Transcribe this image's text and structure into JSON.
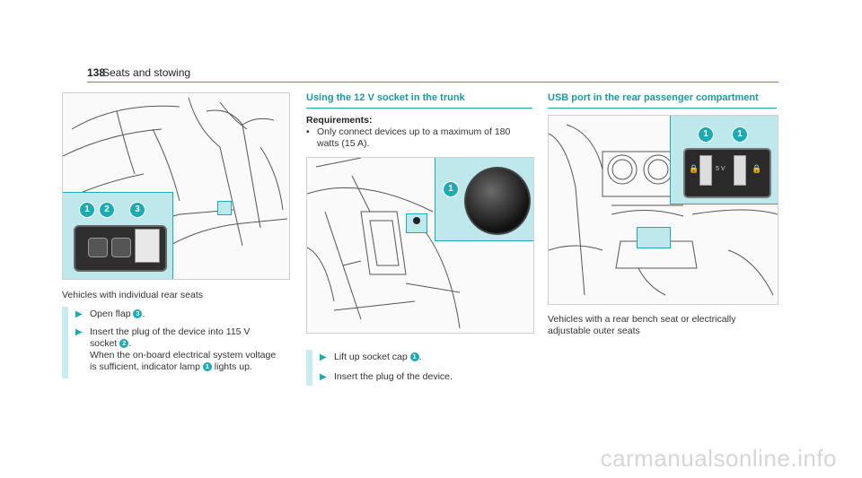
{
  "header": {
    "page_number": "138",
    "title": "Seats and stowing"
  },
  "left": {
    "caption": "Vehicles with individual rear seats",
    "figure_badges": [
      "1",
      "2",
      "3"
    ],
    "steps": [
      {
        "pre": "Open flap",
        "badge": "3",
        "post": "."
      },
      {
        "pre": "Insert the plug of the device into 115 V socket",
        "badge": "2",
        "post": "."
      },
      {
        "pre": "When the on-board electrical system voltage is sufficient, indicator lamp",
        "badge": "1",
        "post": "lights up."
      }
    ]
  },
  "middle": {
    "section_title": "Using the 12 V socket in the trunk",
    "requirements_title": "Requirements:",
    "requirement": "Only connect devices up to a maximum of 180 watts (15 A).",
    "figure_badges": [
      "1"
    ],
    "steps": [
      {
        "pre": "Lift up socket cap",
        "badge": "1",
        "post": "."
      },
      {
        "pre": "Insert the plug of the device.",
        "badge": "",
        "post": ""
      }
    ]
  },
  "right": {
    "section_title": "USB port in the rear passenger compartment",
    "figure_badges": [
      "1",
      "1"
    ],
    "usb_label": "5 V",
    "caption": "Vehicles with a rear bench seat or electrically adjustable outer seats"
  },
  "watermark": "carmanualsonline.info",
  "colors": {
    "accent": "#1fa9b1",
    "inset": "#bfe8ec"
  },
  "icons": [
    "arrow-step-icon",
    "lock-icon"
  ]
}
